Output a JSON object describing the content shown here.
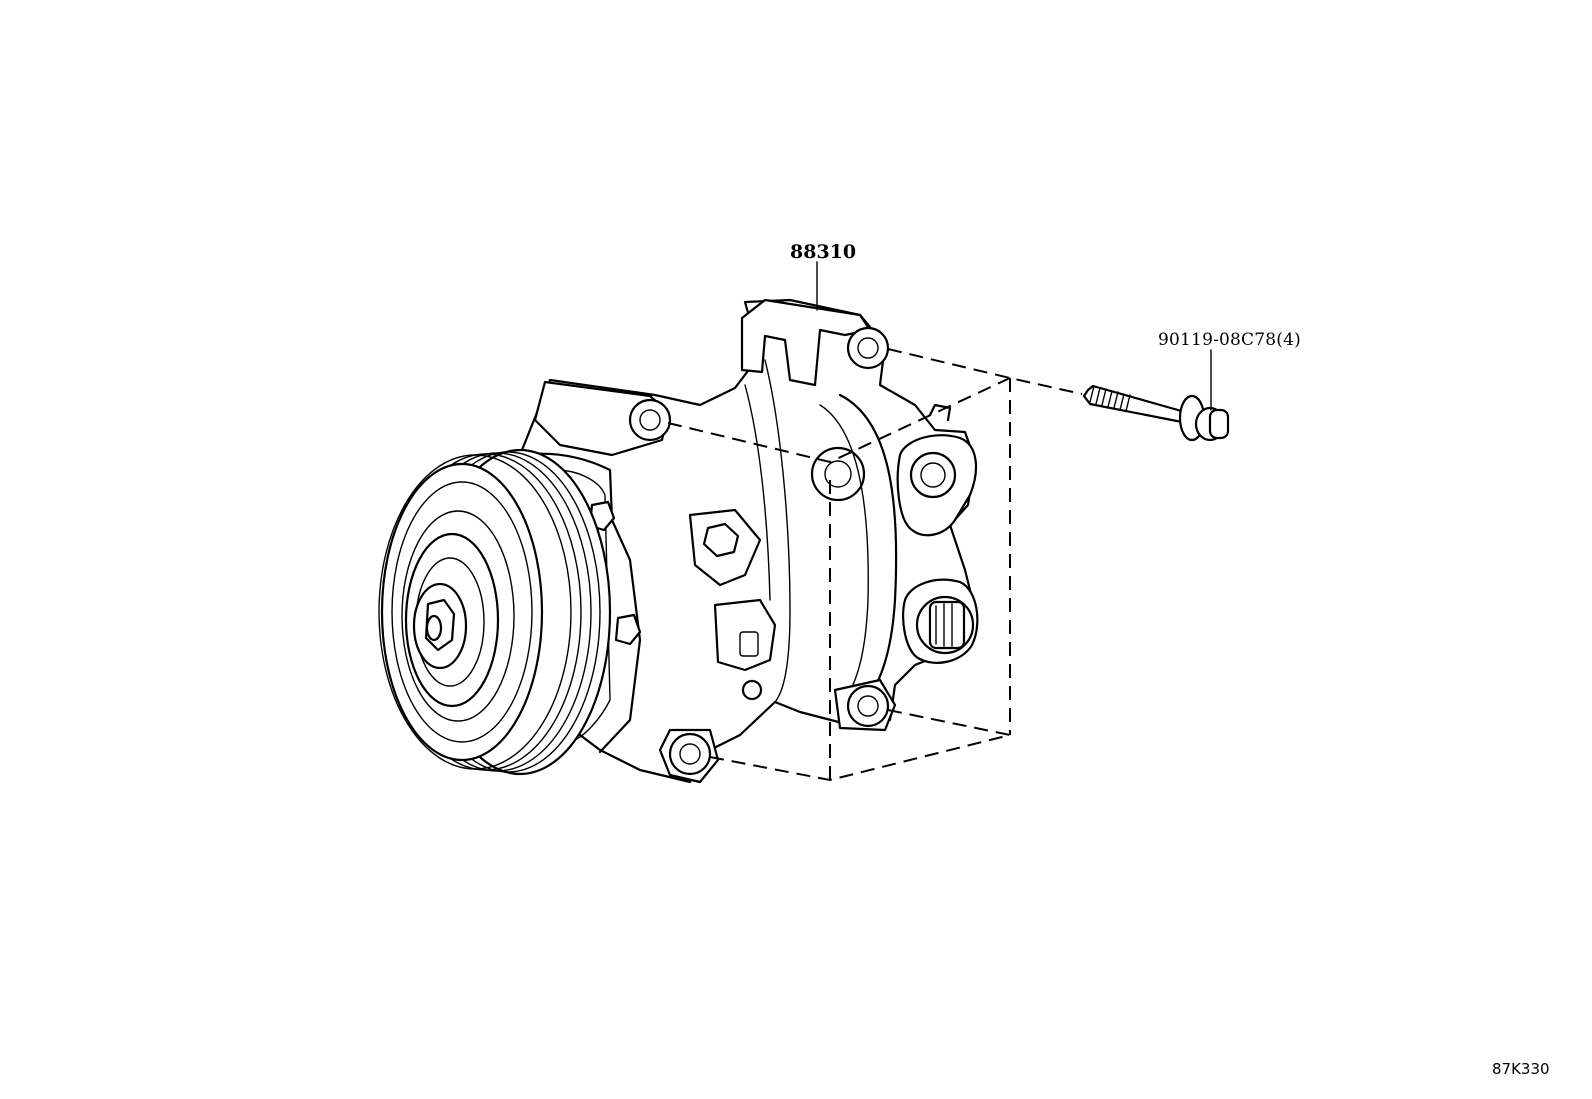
{
  "parts": {
    "compressor": {
      "part_number": "88310"
    },
    "bolt": {
      "part_number": "90119-08C78",
      "quantity": "(4)"
    }
  },
  "illustration_code": "87K330",
  "colors": {
    "line": "#000000",
    "background": "#ffffff"
  }
}
